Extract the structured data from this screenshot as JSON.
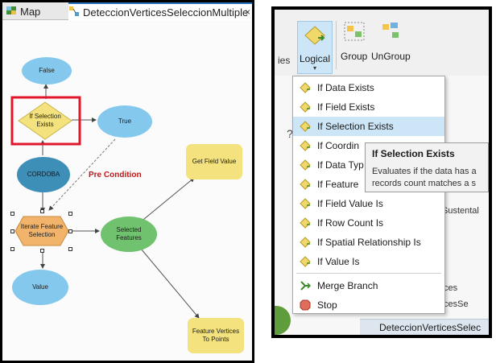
{
  "left_panel": {
    "tabs": {
      "map_label": "Map",
      "model_label": "DeteccionVerticesSeleccionMultiple",
      "close_label": "×"
    },
    "nodes": {
      "false_label": "False",
      "if_selection_exists_label": "If Selection\nExists",
      "true_label": "True",
      "cordoba_label": "CORDOBA",
      "iterate_label": "Iterate Feature\nSelection",
      "selected_features_label": "Selected\nFeatures",
      "get_field_value_label": "Get Field Value",
      "value_label": "Value",
      "feature_vertices_label": "Feature Vertices\nTo Points"
    },
    "pre_condition_label": "Pre Condition",
    "colors": {
      "highlight_box": "#e0162b",
      "precondition_text": "#c01818"
    }
  },
  "right_panel": {
    "ribbon": {
      "partial_label": "ies",
      "logical_label": "Logical",
      "logical_caret": "▾",
      "group_label": "Group",
      "ungroup_label": "UnGroup"
    },
    "menu_items": [
      "If Data Exists",
      "If Field Exists",
      "If Selection Exists",
      "If Coordin",
      "If Data Typ",
      "If Feature",
      "If Field Value Is",
      "If Row Count Is",
      "If Spatial Relationship Is",
      "If Value Is"
    ],
    "selected_item_index": 2,
    "merge_branch_label": "Merge Branch",
    "stop_label": "Stop",
    "tooltip": {
      "title": "If Selection Exists",
      "line1": "Evaluates if the data has a",
      "line2": "records count matches a s"
    },
    "backdrop": {
      "question_mark": "?",
      "text_sustental": "Sustental",
      "text_ces": "ces",
      "text_ccesrces": "cesSe",
      "bottom_tab_label": "DeteccionVerticesSelec"
    }
  }
}
